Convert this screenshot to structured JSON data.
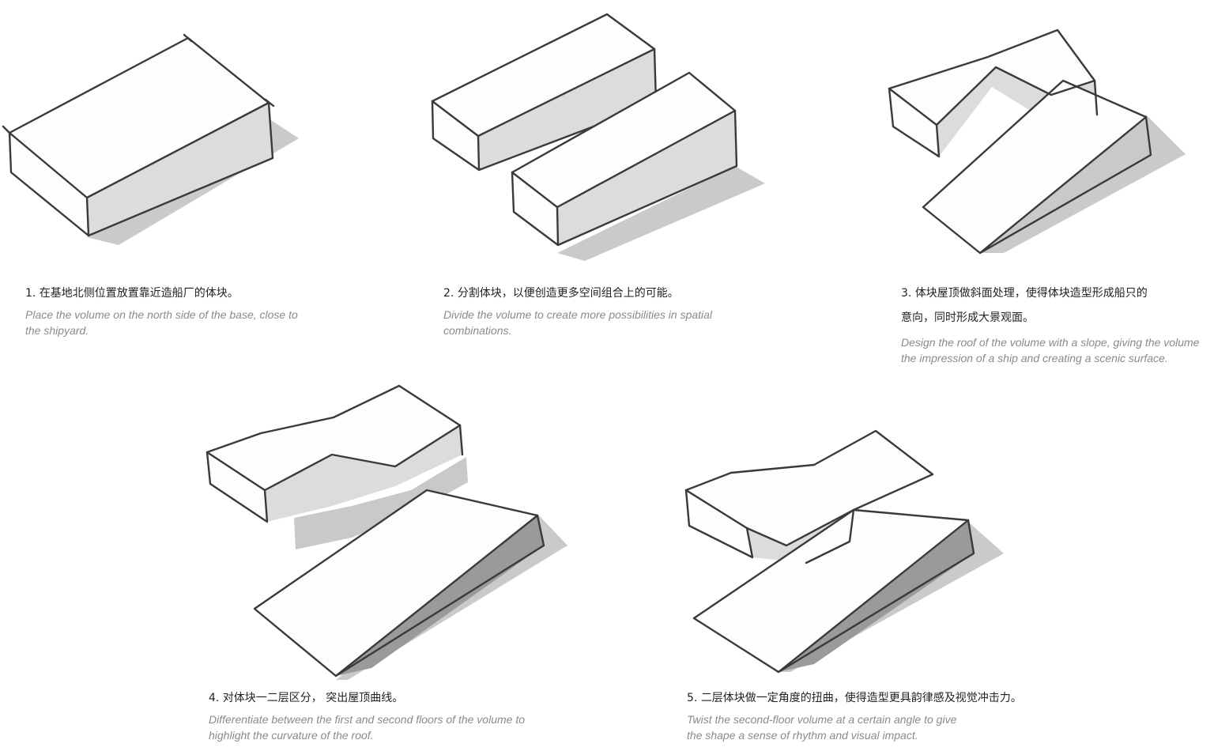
{
  "steps": [
    {
      "number": "1.",
      "text_cn": " 在基地北侧位置放置靠近造船厂的体块。",
      "text_en": "Place the volume on the north side of the base, close to the shipyard."
    },
    {
      "number": "2.",
      "text_cn": "分割体块，以便创造更多空间组合上的可能。",
      "text_en": "Divide the volume to create more possibilities in spatial combinations."
    },
    {
      "number": "3.",
      "text_cn": "体块屋顶做斜面处理，使得体块造型形成船只的\n意向，同时形成大景观面。",
      "text_en": "Design the roof of the volume with a slope, giving the volume the impression of a ship and creating a scenic surface."
    },
    {
      "number": "4.",
      "text_cn": "对体块一二层区分， 突出屋顶曲线。",
      "text_en": "Differentiate between the first and second floors of the volume to highlight the curvature of the roof."
    },
    {
      "number": "5.",
      "text_cn": "二层体块做一定角度的扭曲，使得造型更具韵律感及视觉冲击力。",
      "text_en": "Twist the second-floor volume at a certain angle to give the shape a sense of rhythm and visual impact."
    }
  ]
}
